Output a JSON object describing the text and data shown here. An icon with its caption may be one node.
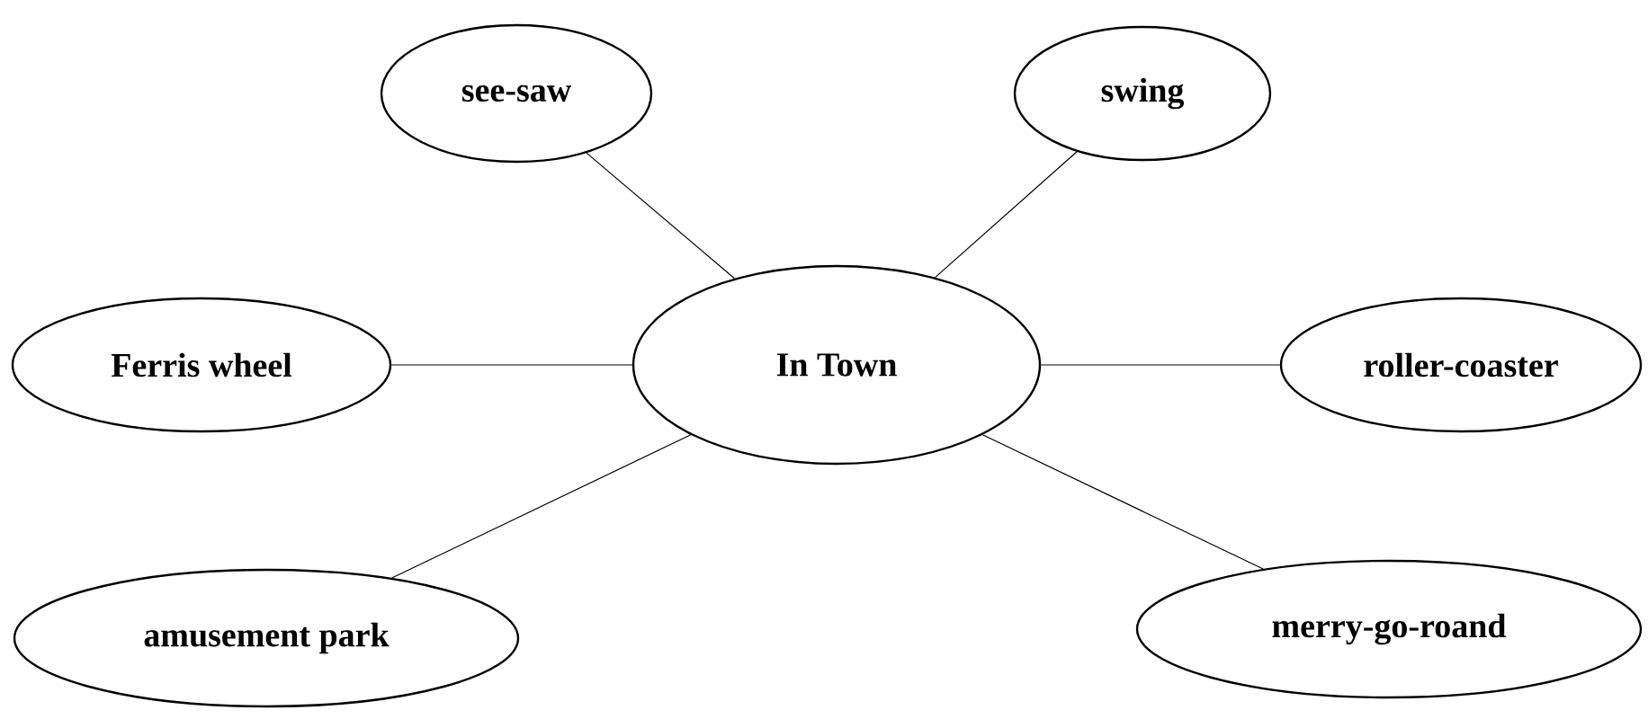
{
  "diagram": {
    "nodes": [
      {
        "text": [
          "In Town"
        ]
      },
      {
        "text": [
          "see-saw"
        ]
      },
      {
        "text": [
          "swing"
        ]
      },
      {
        "text": [
          "Ferris wheel"
        ]
      },
      {
        "text": [
          "roller-coaster"
        ]
      },
      {
        "text": [
          "amusement park"
        ]
      },
      {
        "text": [
          "merry-go-roand"
        ]
      }
    ],
    "edges": [
      {
        "from": 0,
        "to": 1,
        "arrow": "none"
      },
      {
        "from": 0,
        "to": 2,
        "arrow": "none"
      },
      {
        "from": 0,
        "to": 3,
        "arrow": "none"
      },
      {
        "from": 0,
        "to": 4,
        "arrow": "none"
      },
      {
        "from": 0,
        "to": 5,
        "arrow": "none"
      },
      {
        "from": 0,
        "to": 6,
        "arrow": "none"
      }
    ]
  }
}
